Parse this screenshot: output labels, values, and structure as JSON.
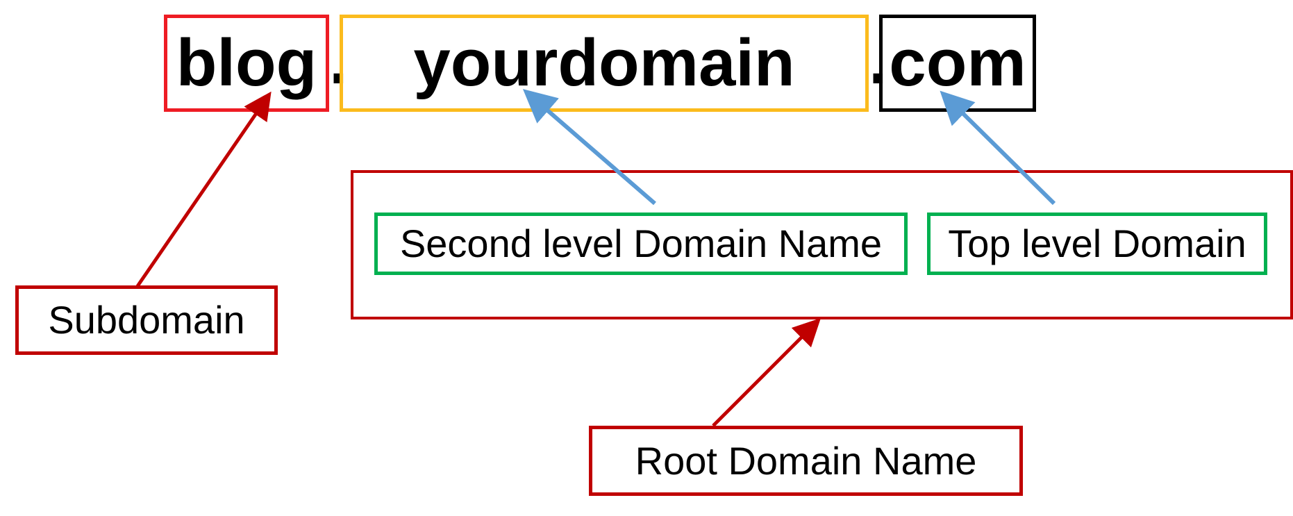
{
  "domain_parts": {
    "subdomain_text": "blog",
    "dot_1": ".",
    "second_level_text": "yourdomain",
    "dot_2": ".",
    "tld_text": "com"
  },
  "labels": {
    "subdomain": "Subdomain",
    "second_level": "Second level Domain Name",
    "top_level": "Top level Domain",
    "root": "Root Domain Name"
  },
  "colors": {
    "subdomain_box": "#ee1c24",
    "second_level_box": "#fbbb1d",
    "tld_box": "#000000",
    "label_box": "#c00000",
    "inner_label_box": "#00b050",
    "red_arrow": "#c00000",
    "blue_arrow": "#5b9bd5"
  }
}
